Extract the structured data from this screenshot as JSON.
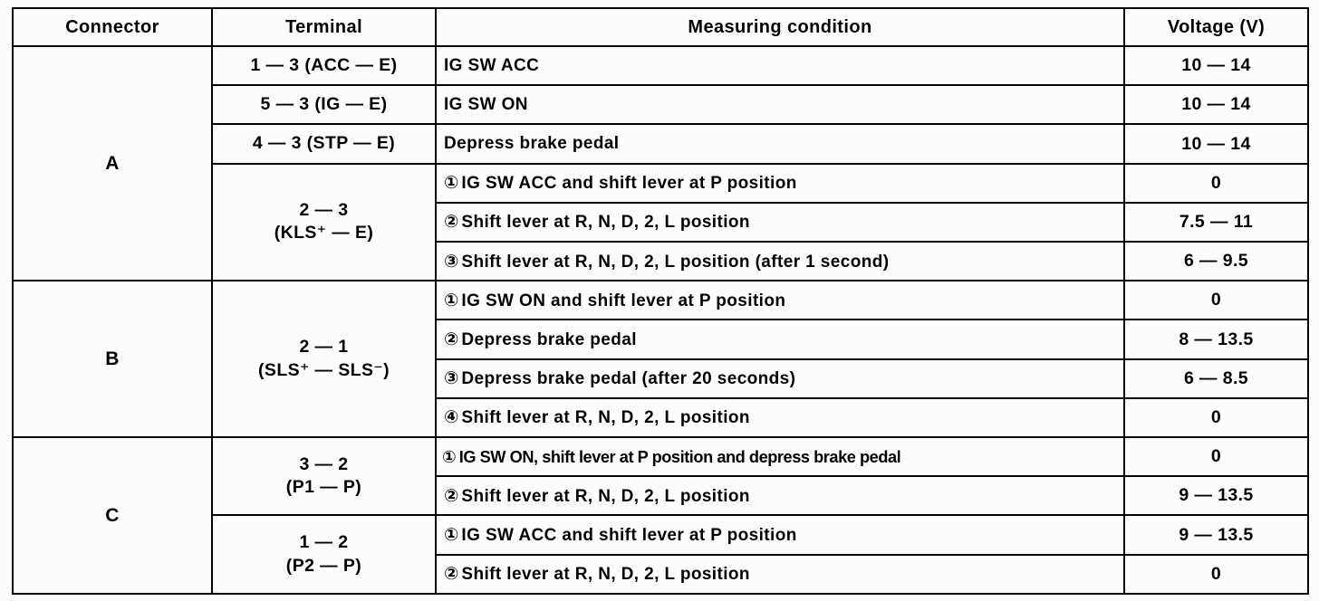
{
  "table": {
    "columns": [
      {
        "key": "connector",
        "label": "Connector"
      },
      {
        "key": "terminal",
        "label": "Terminal"
      },
      {
        "key": "condition",
        "label": "Measuring condition"
      },
      {
        "key": "voltage",
        "label": "Voltage (V)"
      }
    ],
    "connectors": [
      {
        "label": "A",
        "rowspan": 6
      },
      {
        "label": "B",
        "rowspan": 4
      },
      {
        "label": "C",
        "rowspan": 4
      }
    ],
    "terminals": [
      {
        "line1": "1 — 3 (ACC — E)",
        "line2": "",
        "rowspan": 1
      },
      {
        "line1": "5 — 3 (IG — E)",
        "line2": "",
        "rowspan": 1
      },
      {
        "line1": "4 — 3 (STP — E)",
        "line2": "",
        "rowspan": 1
      },
      {
        "line1": "2 — 3",
        "line2": "(KLS⁺ — E)",
        "rowspan": 3
      },
      {
        "line1": "2 — 1",
        "line2": "(SLS⁺ — SLS⁻)",
        "rowspan": 4
      },
      {
        "line1": "3 — 2",
        "line2": "(P1 — P)",
        "rowspan": 2
      },
      {
        "line1": "1 — 2",
        "line2": "(P2 — P)",
        "rowspan": 2
      }
    ],
    "rows": [
      {
        "marker": "",
        "condition": "IG SW ACC",
        "voltage": "10 — 14"
      },
      {
        "marker": "",
        "condition": "IG SW ON",
        "voltage": "10 — 14"
      },
      {
        "marker": "",
        "condition": "Depress brake pedal",
        "voltage": "10 — 14"
      },
      {
        "marker": "①",
        "condition": "IG SW ACC and shift lever at P position",
        "voltage": "0"
      },
      {
        "marker": "②",
        "condition": "Shift lever at R, N, D, 2, L position",
        "voltage": "7.5 — 11"
      },
      {
        "marker": "③",
        "condition": "Shift lever at R, N, D, 2, L position (after 1 second)",
        "voltage": "6 — 9.5"
      },
      {
        "marker": "①",
        "condition": "IG SW ON and shift lever at P position",
        "voltage": "0"
      },
      {
        "marker": "②",
        "condition": "Depress brake pedal",
        "voltage": "8 — 13.5"
      },
      {
        "marker": "③",
        "condition": "Depress brake pedal (after 20 seconds)",
        "voltage": "6 — 8.5"
      },
      {
        "marker": "④",
        "condition": "Shift lever at R, N, D, 2, L position",
        "voltage": "0"
      },
      {
        "marker": "①",
        "condition": "IG SW ON, shift lever at P position and depress brake pedal",
        "voltage": "0",
        "tight": true
      },
      {
        "marker": "②",
        "condition": "Shift lever at R, N, D, 2, L position",
        "voltage": "9 — 13.5"
      },
      {
        "marker": "①",
        "condition": "IG SW ACC and shift lever at P position",
        "voltage": "9 — 13.5"
      },
      {
        "marker": "②",
        "condition": "Shift lever at R, N, D, 2, L position",
        "voltage": "0"
      }
    ]
  }
}
